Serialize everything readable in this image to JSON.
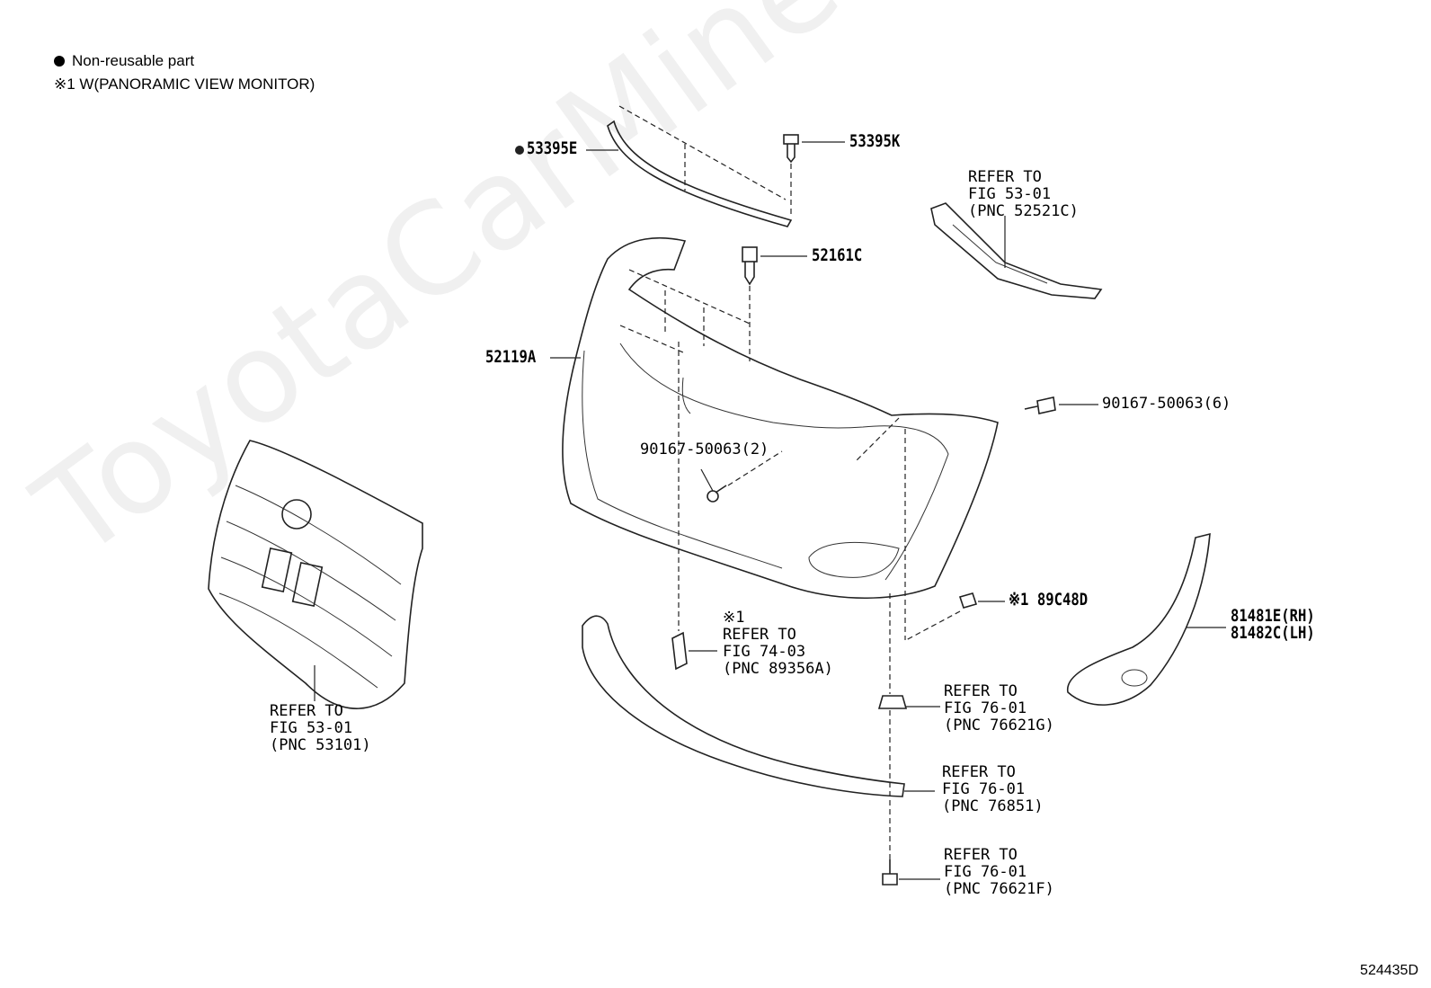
{
  "legend": {
    "non_reusable": "Non-reusable part",
    "note1": "※1 W(PANORAMIC VIEW MONITOR)"
  },
  "watermark": "ToyotaCarMine.ru",
  "figure_id": "524435D",
  "labels": {
    "p53395E": "53395E",
    "p53395K": "53395K",
    "p52161C": "52161C",
    "p52119A": "52119A",
    "ref52521C": "REFER TO\nFIG 53-01\n(PNC 52521C)",
    "bolt6": "90167-50063(6)",
    "bolt2": "90167-50063(2)",
    "p89C48D": "※1 89C48D",
    "ref89356A": "※1\nREFER TO\nFIG 74-03\n(PNC 89356A)",
    "p81481E": "81481E(RH)\n81482C(LH)",
    "ref53101": "REFER TO\nFIG 53-01\n(PNC 53101)",
    "ref76621G": "REFER TO\nFIG 76-01\n(PNC 76621G)",
    "ref76851": "REFER TO\nFIG 76-01\n(PNC 76851)",
    "ref76621F": "REFER TO\nFIG 76-01\n(PNC 76621F)"
  }
}
